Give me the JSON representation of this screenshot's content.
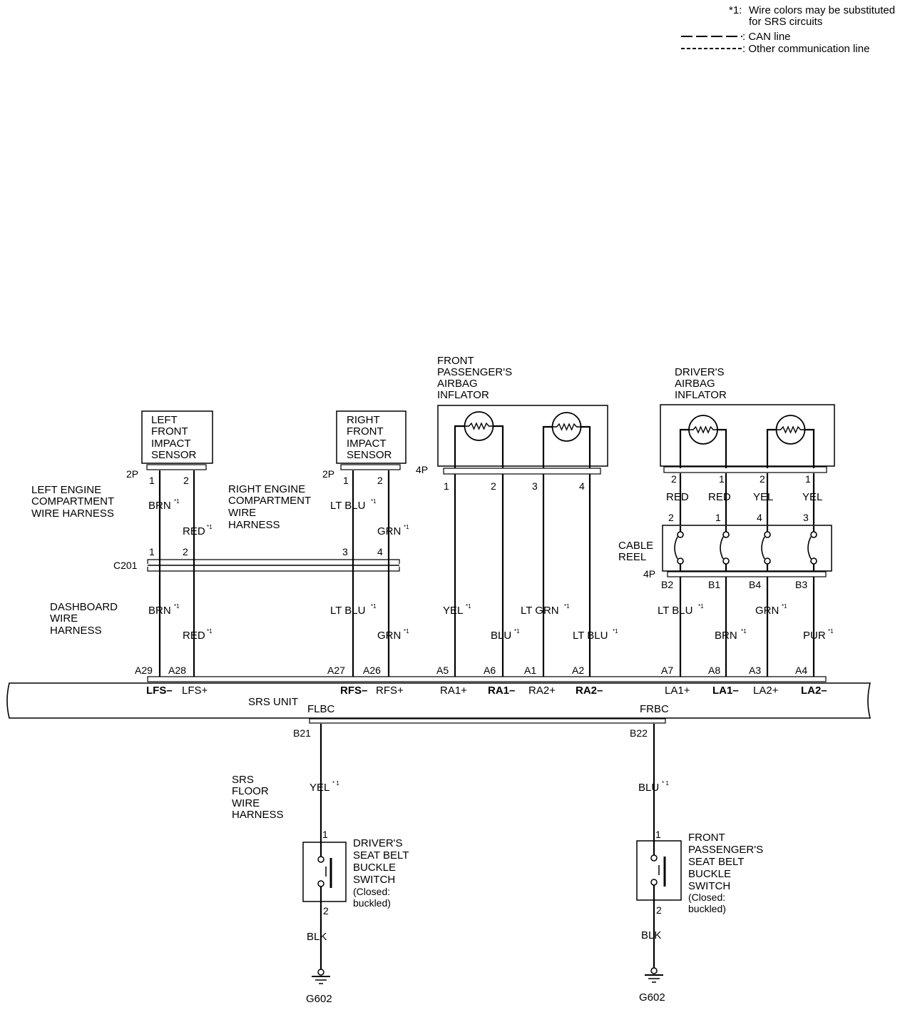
{
  "legend": {
    "note_star": "*1:",
    "note_line1": "Wire colors may be substituted",
    "note_line2": "for SRS circuits",
    "can_line": ": CAN line",
    "other_line": ": Other communication line"
  },
  "components": {
    "left_sensor": [
      "LEFT",
      "FRONT",
      "IMPACT",
      "SENSOR"
    ],
    "right_sensor": [
      "RIGHT",
      "FRONT",
      "IMPACT",
      "SENSOR"
    ],
    "passenger_inflator": [
      "FRONT",
      "PASSENGER'S",
      "AIRBAG",
      "INFLATOR"
    ],
    "driver_inflator": [
      "DRIVER'S",
      "AIRBAG",
      "INFLATOR"
    ],
    "cable_reel": [
      "CABLE",
      "REEL"
    ],
    "driver_buckle": [
      "DRIVER'S",
      "SEAT BELT",
      "BUCKLE",
      "SWITCH",
      "(Closed:",
      "buckled)"
    ],
    "passenger_buckle": [
      "FRONT",
      "PASSENGER'S",
      "SEAT BELT",
      "BUCKLE",
      "SWITCH",
      "(Closed:",
      "buckled)"
    ],
    "srs_unit": "SRS UNIT"
  },
  "harnesses": {
    "left_engine": [
      "LEFT ENGINE",
      "COMPARTMENT",
      "WIRE HARNESS"
    ],
    "right_engine": [
      "RIGHT ENGINE",
      "COMPARTMENT",
      "WIRE",
      "HARNESS"
    ],
    "dashboard": [
      "DASHBOARD",
      "WIRE",
      "HARNESS"
    ],
    "srs_floor": [
      "SRS",
      "FLOOR",
      "WIRE",
      "HARNESS"
    ]
  },
  "connectors": {
    "c201": "C201",
    "two_p": "2P",
    "four_p": "4P",
    "ground": "G602"
  },
  "pins": {
    "left_sensor": [
      "1",
      "2"
    ],
    "right_sensor": [
      "1",
      "2"
    ],
    "c201": [
      "1",
      "2",
      "3",
      "4"
    ],
    "passenger_inflator": [
      "1",
      "2",
      "3",
      "4"
    ],
    "driver_inflator": [
      "2",
      "1",
      "2",
      "1"
    ],
    "cable_reel_top": [
      "2",
      "1",
      "4",
      "3"
    ],
    "cable_reel_bottom": [
      "B2",
      "B1",
      "B4",
      "B3"
    ],
    "srs_unit": [
      "A29",
      "A28",
      "A27",
      "A26",
      "A5",
      "A6",
      "A1",
      "A2",
      "A7",
      "A8",
      "A3",
      "A4"
    ],
    "floor": [
      "B21",
      "B22"
    ],
    "buckle": [
      "1",
      "2"
    ]
  },
  "wire_colors": {
    "upper": [
      "BRN",
      "RED",
      "LT BLU",
      "GRN"
    ],
    "upper_driver": [
      "RED",
      "RED",
      "YEL",
      "YEL"
    ],
    "lower": [
      "BRN",
      "RED",
      "LT BLU",
      "GRN",
      "YEL",
      "BLU",
      "LT GRN",
      "LT BLU",
      "LT BLU",
      "BRN",
      "GRN",
      "PUR"
    ],
    "floor": [
      "YEL",
      "BLU"
    ],
    "ground": "BLK",
    "star": "*1",
    "star_spaced": "* 1"
  },
  "terminals": [
    "LFS–",
    "LFS+",
    "RFS–",
    "RFS+",
    "RA1+",
    "RA1–",
    "RA2+",
    "RA2–",
    "LA1+",
    "LA1–",
    "LA2+",
    "LA2–"
  ],
  "floor_terminals": [
    "FLBC",
    "FRBC"
  ]
}
